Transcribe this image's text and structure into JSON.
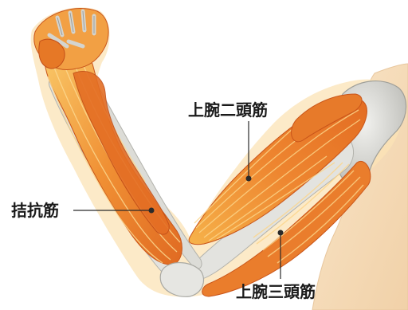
{
  "labels": {
    "biceps": "上腕二頭筋",
    "brachioradialis": "拮抗筋",
    "triceps": "上腕三頭筋"
  },
  "colors": {
    "skin_halo": "#fbe2b4",
    "muscle_light": "#f7bf55",
    "muscle_mid": "#ef8a2c",
    "muscle_dark": "#d9591c",
    "bone": "#e2e2df",
    "bone_shadow": "#b9b9b4",
    "torso": "#f6dfc0",
    "leader_line": "#2a2a2a"
  }
}
